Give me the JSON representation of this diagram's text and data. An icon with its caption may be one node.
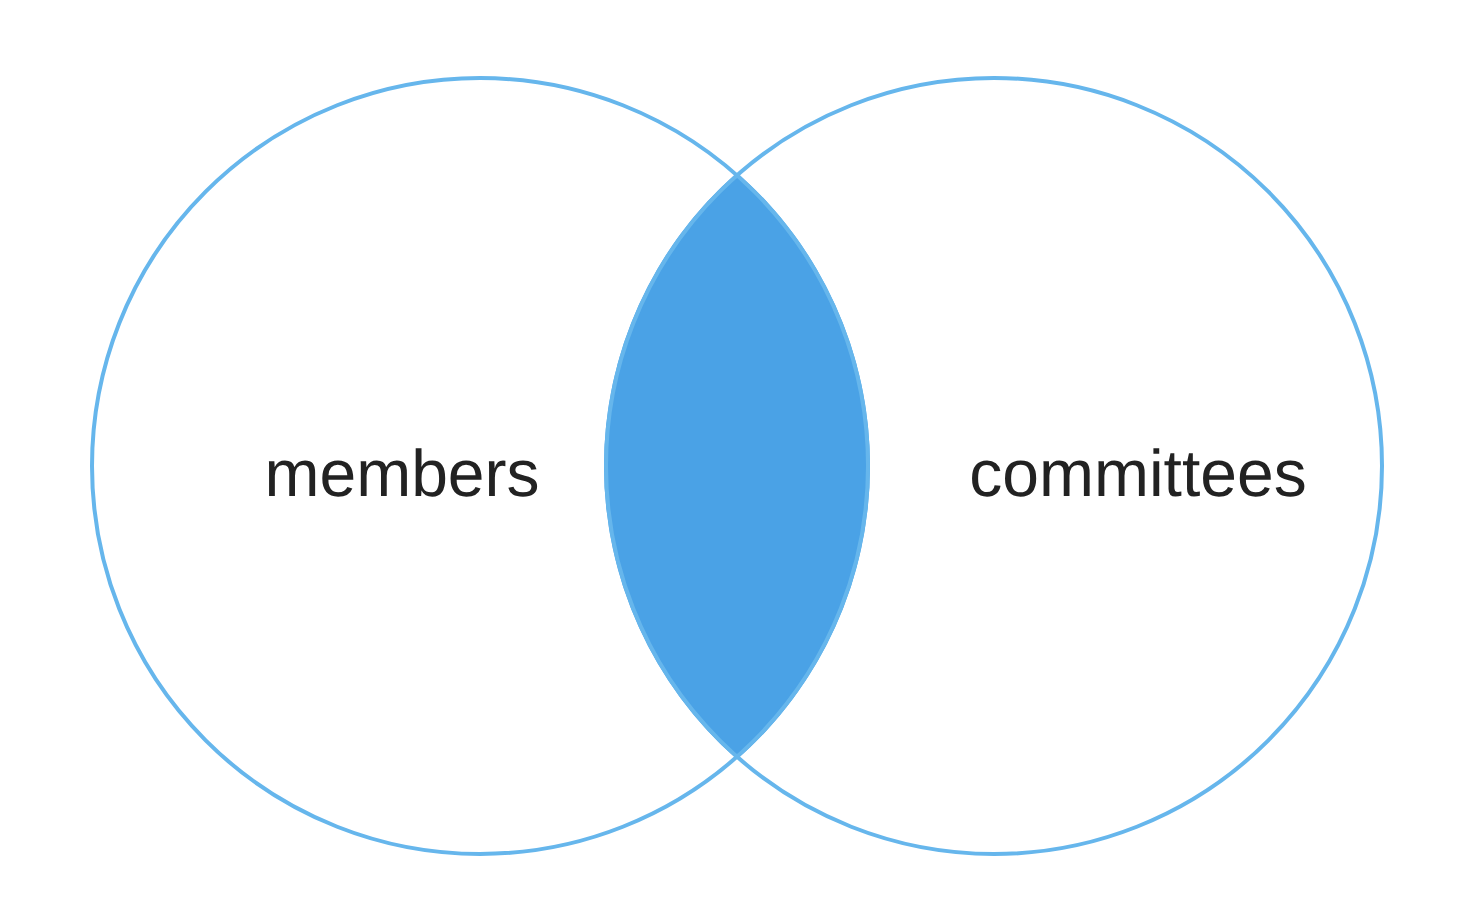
{
  "diagram": {
    "nodes": [
      {
        "text": [
          "members"
        ]
      },
      {
        "text": [
          "committees"
        ]
      },
      {
        "text": [],
        "shape": "lens"
      }
    ]
  }
}
